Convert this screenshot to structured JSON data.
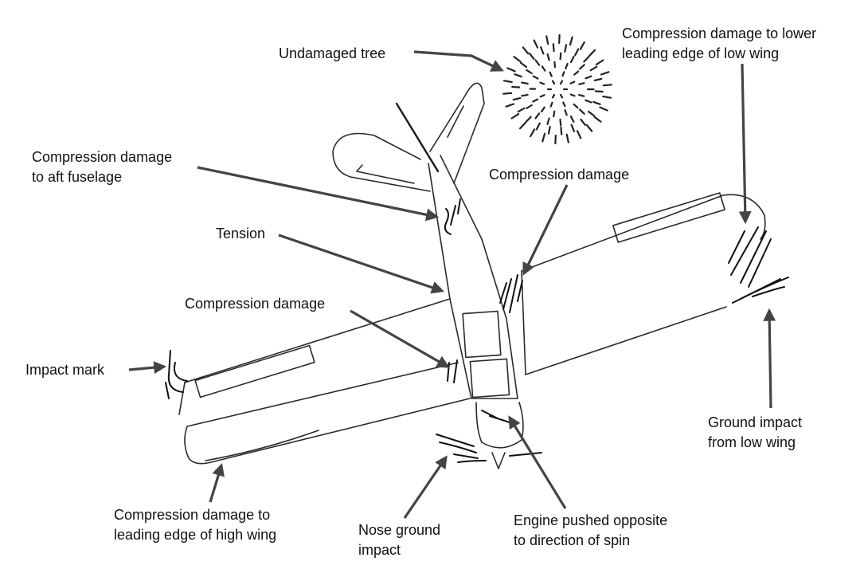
{
  "labels": {
    "undamaged_tree": "Undamaged tree",
    "compression_low_wing_1": "Compression damage to lower",
    "compression_low_wing_2": "leading edge of low wing",
    "compression_aft_1": "Compression damage",
    "compression_aft_2": "to aft fuselage",
    "compression_damage_upper": "Compression damage",
    "tension": "Tension",
    "compression_damage_middle": "Compression damage",
    "impact_mark": "Impact mark",
    "ground_impact_1": "Ground impact",
    "ground_impact_2": "from low wing",
    "compression_high_wing_1": "Compression damage to",
    "compression_high_wing_2": "leading edge of high wing",
    "nose_ground_1": "Nose ground",
    "nose_ground_2": "impact",
    "engine_pushed_1": "Engine pushed opposite",
    "engine_pushed_2": "to direction of spin"
  },
  "colors": {
    "ink": "#2a2a2a",
    "arrow": "#444444",
    "background": "#ffffff"
  }
}
